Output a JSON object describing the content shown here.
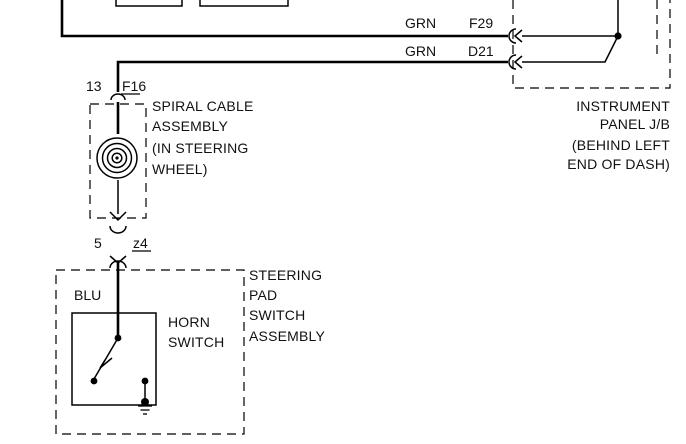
{
  "wires": {
    "top": {
      "color": "GRN",
      "circuit": "F29"
    },
    "lower": {
      "color": "GRN",
      "circuit": "D21"
    },
    "pad": {
      "color": "BLU"
    }
  },
  "connectors": {
    "spiral": {
      "pin": "13",
      "ref": "F16"
    },
    "pad": {
      "pin": "5",
      "ref": "z4"
    }
  },
  "spiral_cable": {
    "lines": [
      "SPIRAL CABLE",
      "ASSEMBLY",
      "(IN STEERING",
      "WHEEL)"
    ]
  },
  "steering_pad": {
    "lines": [
      "STEERING",
      "PAD",
      "SWITCH",
      "ASSEMBLY"
    ]
  },
  "horn_switch": {
    "lines": [
      "HORN",
      "SWITCH"
    ]
  },
  "instrument_panel": {
    "lines": [
      "INSTRUMENT",
      "PANEL J/B",
      "(BEHIND LEFT",
      "END OF DASH)"
    ]
  }
}
